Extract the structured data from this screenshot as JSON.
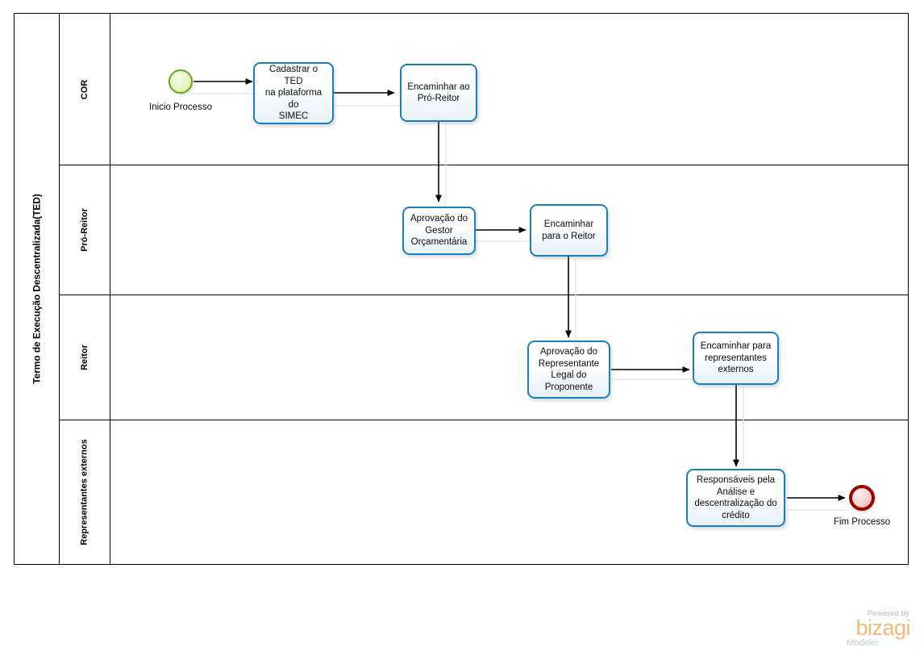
{
  "pool": {
    "title": "Termo de Execução Descentralizada(TED)"
  },
  "lanes": [
    {
      "id": "cor",
      "label": "COR"
    },
    {
      "id": "pro-reitor",
      "label": "Pró-Reitor"
    },
    {
      "id": "reitor",
      "label": "Reitor"
    },
    {
      "id": "externos",
      "label": "Representantes externos"
    }
  ],
  "events": {
    "start": {
      "label": "Inicio Processo",
      "icon": "start-event-circle",
      "color": "#62a716"
    },
    "end": {
      "label": "Fim Processo",
      "icon": "end-event-circle",
      "color": "#9e0000"
    }
  },
  "tasks": [
    {
      "id": "cadastrar-ted",
      "lane": "cor",
      "label": "Cadastrar o TED\nna plataforma do\nSIMEC"
    },
    {
      "id": "encaminhar-pro-reitor",
      "lane": "cor",
      "label": "Encaminhar ao\nPró-Reitor"
    },
    {
      "id": "aprovacao-gestor",
      "lane": "pro-reitor",
      "label": "Aprovação do\nGestor\nOrçamentária"
    },
    {
      "id": "encaminhar-reitor",
      "lane": "pro-reitor",
      "label": "Encaminhar\npara o Reitor"
    },
    {
      "id": "aprovacao-representante",
      "lane": "reitor",
      "label": "Aprovação do\nRepresentante\nLegal do\nProponente"
    },
    {
      "id": "encaminhar-externos",
      "lane": "reitor",
      "label": "Encaminhar para\nrepresentantes\nexternos"
    },
    {
      "id": "responsaveis-analise",
      "lane": "externos",
      "label": "Responsáveis pela\nAnálise e\ndescentralização do\ncrédito"
    }
  ],
  "branding": {
    "powered_by": "Powered by",
    "name": "bizagi",
    "product": "Modeler",
    "accent": "#f3b779"
  },
  "colors": {
    "task_border": "#1b7fb8",
    "pool_border": "#000000",
    "start_event": "#62a716",
    "end_event": "#9e0000"
  }
}
